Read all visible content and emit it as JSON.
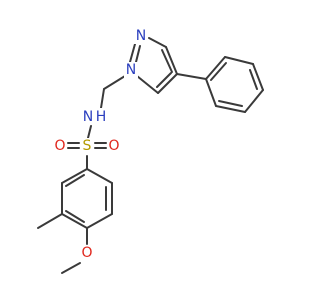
{
  "molecule": {
    "atoms": {
      "n_pyrazole_2": {
        "label": "N",
        "color": "#2b3fbf"
      },
      "n_pyrazole_1": {
        "label": "N",
        "color": "#2b3fbf"
      },
      "n_sulfonamide": {
        "label": "N",
        "color": "#2b3fbf"
      },
      "n_sulfonamide_h": {
        "label": "H",
        "color": "#2b3fbf"
      },
      "s_sulfonyl": {
        "label": "S",
        "color": "#b39a00"
      },
      "o_sulfonyl_left": {
        "label": "O",
        "color": "#e0261c"
      },
      "o_sulfonyl_right": {
        "label": "O",
        "color": "#e0261c"
      },
      "o_methoxy": {
        "label": "O",
        "color": "#e0261c"
      }
    }
  }
}
